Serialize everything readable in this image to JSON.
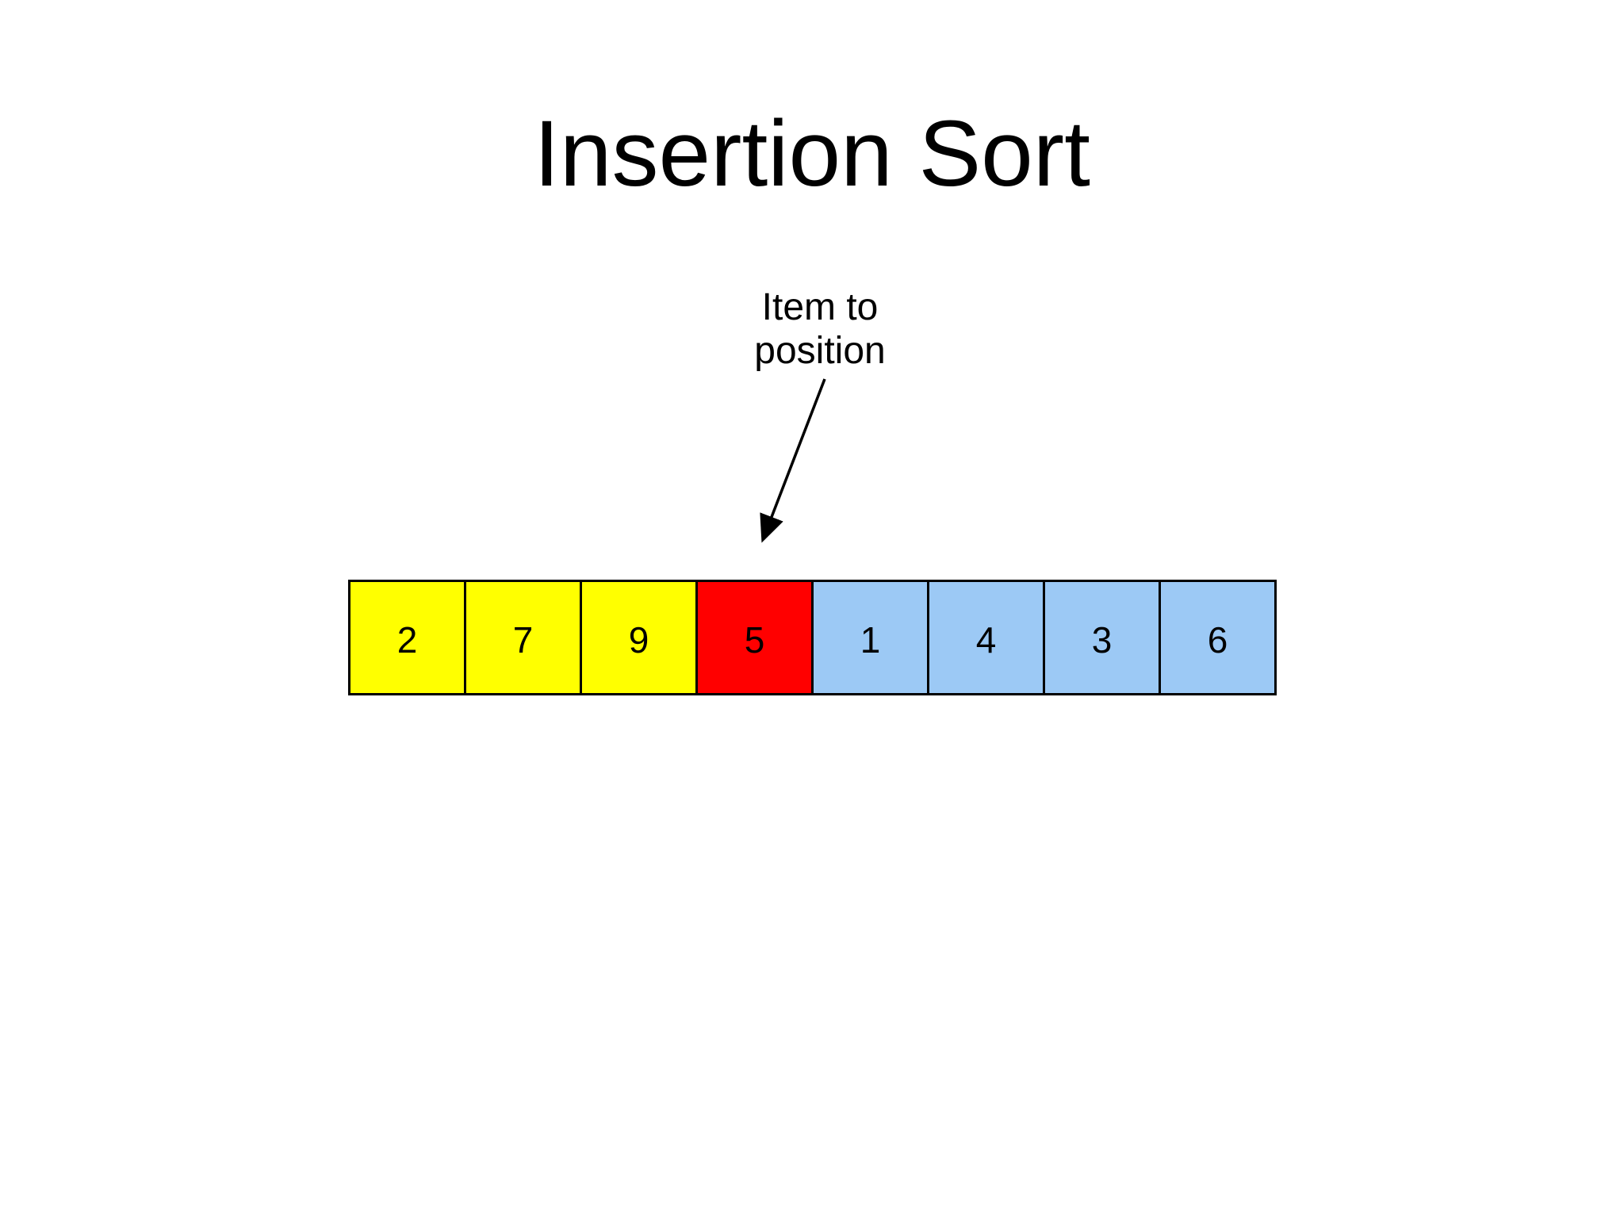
{
  "slide": {
    "title": "Insertion Sort"
  },
  "annotation": {
    "line1": "Item to",
    "line2": "position"
  },
  "array": {
    "cells": [
      {
        "value": "2",
        "state": "sorted"
      },
      {
        "value": "7",
        "state": "sorted"
      },
      {
        "value": "9",
        "state": "sorted"
      },
      {
        "value": "5",
        "state": "current"
      },
      {
        "value": "1",
        "state": "unsorted"
      },
      {
        "value": "4",
        "state": "unsorted"
      },
      {
        "value": "3",
        "state": "unsorted"
      },
      {
        "value": "6",
        "state": "unsorted"
      }
    ]
  },
  "colors": {
    "sorted": "#FFFF00",
    "current": "#FF0000",
    "unsorted": "#9CC9F5",
    "border": "#000000",
    "text": "#000000",
    "arrow": "#000000",
    "background": "#FFFFFF"
  }
}
